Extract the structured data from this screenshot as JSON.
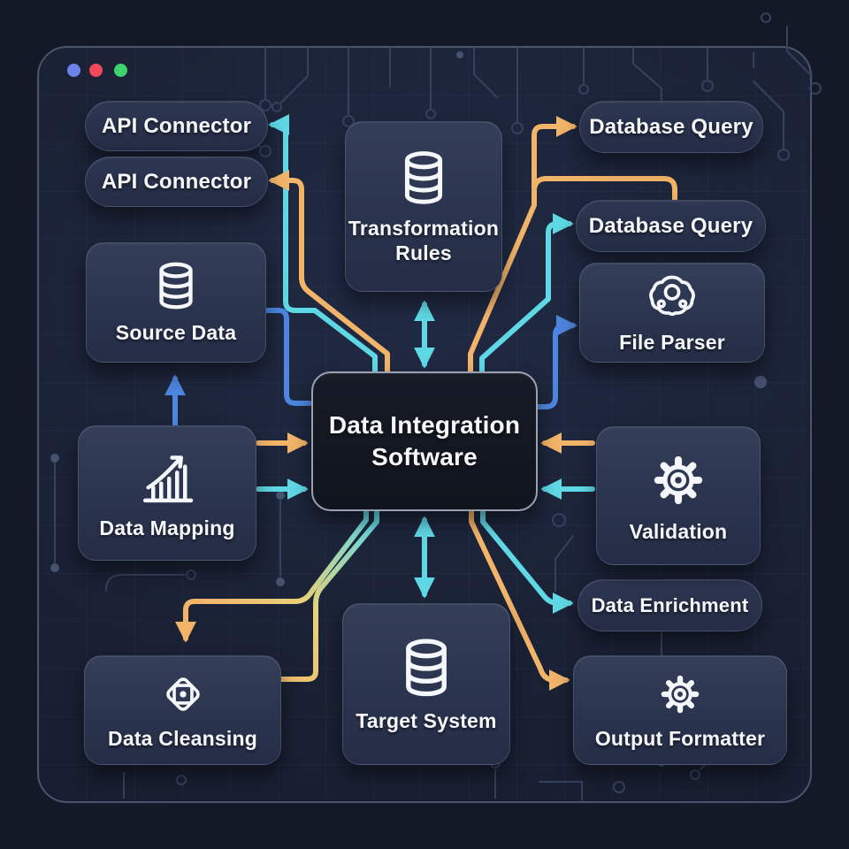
{
  "window": {
    "traffic_lights": {
      "first": "#6c83ea",
      "second": "#f2485c",
      "third": "#3fd36d"
    }
  },
  "hub": {
    "label": "Data Integration Software"
  },
  "nodes": {
    "api_connector_1": {
      "label": "API Connector",
      "shape": "pill"
    },
    "api_connector_2": {
      "label": "API Connector",
      "shape": "pill"
    },
    "database_query_1": {
      "label": "Database Query",
      "shape": "pill"
    },
    "database_query_2": {
      "label": "Database Query",
      "shape": "pill"
    },
    "transformation_rules": {
      "label": "Transformation Rules",
      "shape": "card",
      "icon": "database"
    },
    "source_data": {
      "label": "Source Data",
      "shape": "card",
      "icon": "database"
    },
    "file_parser": {
      "label": "File Parser",
      "shape": "card",
      "icon": "gear-circles"
    },
    "data_mapping": {
      "label": "Data Mapping",
      "shape": "card",
      "icon": "bar-chart-growth"
    },
    "validation": {
      "label": "Validation",
      "shape": "card",
      "icon": "gear"
    },
    "data_enrichment": {
      "label": "Data Enrichment",
      "shape": "pill"
    },
    "data_cleansing": {
      "label": "Data Cleansing",
      "shape": "card",
      "icon": "gear-badge"
    },
    "target_system": {
      "label": "Target System",
      "shape": "card",
      "icon": "database"
    },
    "output_formatter": {
      "label": "Output Formatter",
      "shape": "card",
      "icon": "gear"
    }
  },
  "colors": {
    "cyan": "#5fd8e6",
    "orange": "#f2b469",
    "blue": "#4d86e0"
  },
  "connections": [
    {
      "from": "data_integration_software",
      "to": "api_connector_1",
      "color": "cyan",
      "arrow": "end"
    },
    {
      "from": "data_integration_software",
      "to": "api_connector_2",
      "color": "orange",
      "arrow": "end"
    },
    {
      "from": "data_integration_software",
      "to": "database_query_1",
      "color": "orange",
      "arrow": "end"
    },
    {
      "from": "data_integration_software",
      "to": "database_query_2",
      "color": "orange",
      "arrow": "none"
    },
    {
      "from": "data_integration_software",
      "to": "database_query_2",
      "color": "cyan",
      "arrow": "end"
    },
    {
      "from": "data_integration_software",
      "to": "transformation_rules",
      "color": "cyan",
      "arrow": "both"
    },
    {
      "from": "data_mapping",
      "to": "source_data",
      "color": "blue",
      "arrow": "end"
    },
    {
      "from": "source_data",
      "to": "data_integration_software",
      "color": "blue",
      "arrow": "none"
    },
    {
      "from": "data_mapping",
      "to": "data_integration_software",
      "color": "orange",
      "arrow": "end"
    },
    {
      "from": "data_mapping",
      "to": "data_integration_software",
      "color": "cyan",
      "arrow": "end"
    },
    {
      "from": "data_integration_software",
      "to": "file_parser",
      "color": "blue",
      "arrow": "end"
    },
    {
      "from": "validation",
      "to": "data_integration_software",
      "color": "orange",
      "arrow": "end"
    },
    {
      "from": "validation",
      "to": "data_integration_software",
      "color": "cyan",
      "arrow": "end"
    },
    {
      "from": "data_integration_software",
      "to": "target_system",
      "color": "cyan",
      "arrow": "both"
    },
    {
      "from": "data_integration_software",
      "to": "data_enrichment",
      "color": "cyan",
      "arrow": "end"
    },
    {
      "from": "data_integration_software",
      "to": "output_formatter",
      "color": "orange",
      "arrow": "end"
    },
    {
      "from": "data_integration_software",
      "to": "data_cleansing",
      "color": "cyan-orange",
      "arrow": "end"
    },
    {
      "from": "data_integration_software",
      "to": "data_cleansing",
      "color": "cyan-orange",
      "arrow": "none"
    }
  ]
}
